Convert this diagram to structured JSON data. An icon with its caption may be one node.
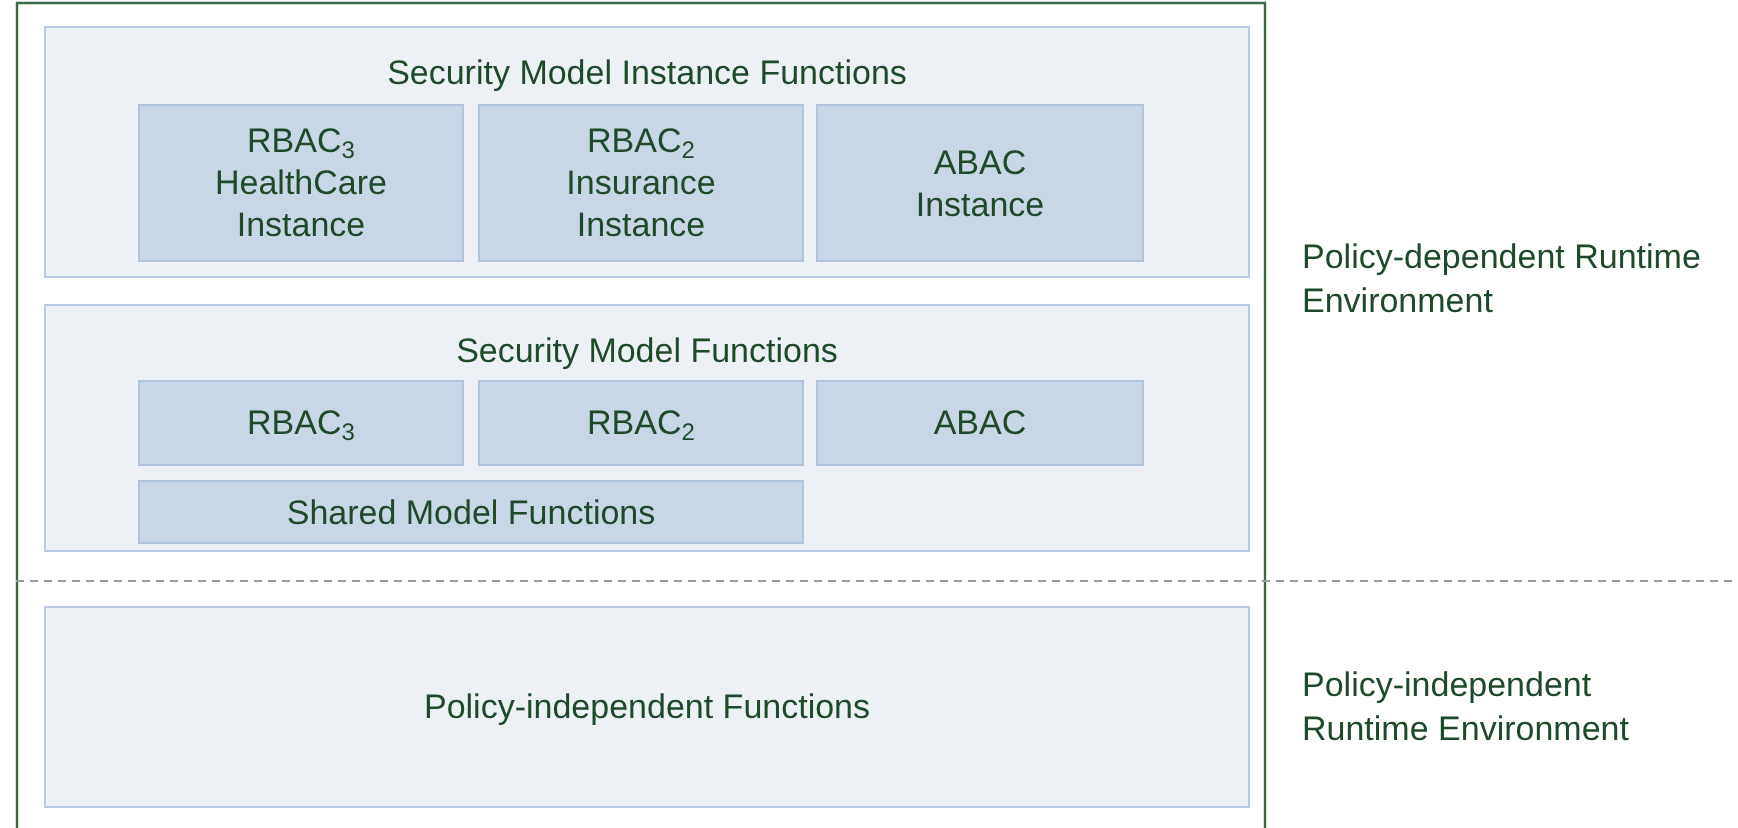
{
  "diagram": {
    "nodes": [
      {
        "text": [
          "Security Model Instance Functions"
        ]
      },
      {
        "text": [
          "RBAC$_{3}$ HealthCare Instance"
        ],
        "in": 0
      },
      {
        "text": [
          "RBAC$_{2}$ Insurance Instance"
        ],
        "in": 0
      },
      {
        "text": [
          "ABAC Instance"
        ],
        "in": 0
      },
      {
        "text": [
          "Security Model Functions"
        ]
      },
      {
        "text": [
          "RBAC$_{3}$"
        ],
        "in": 4
      },
      {
        "text": [
          "RBAC$_{2}$"
        ],
        "in": 4
      },
      {
        "text": [
          "ABAC"
        ],
        "in": 4
      },
      {
        "text": [
          "Shared Model Functions"
        ],
        "in": 4
      },
      {
        "text": [
          "Policy-independent Functions"
        ]
      }
    ],
    "labels": [
      "Policy-dependent Runtime Environment",
      "Policy-independent Runtime Environment"
    ]
  }
}
